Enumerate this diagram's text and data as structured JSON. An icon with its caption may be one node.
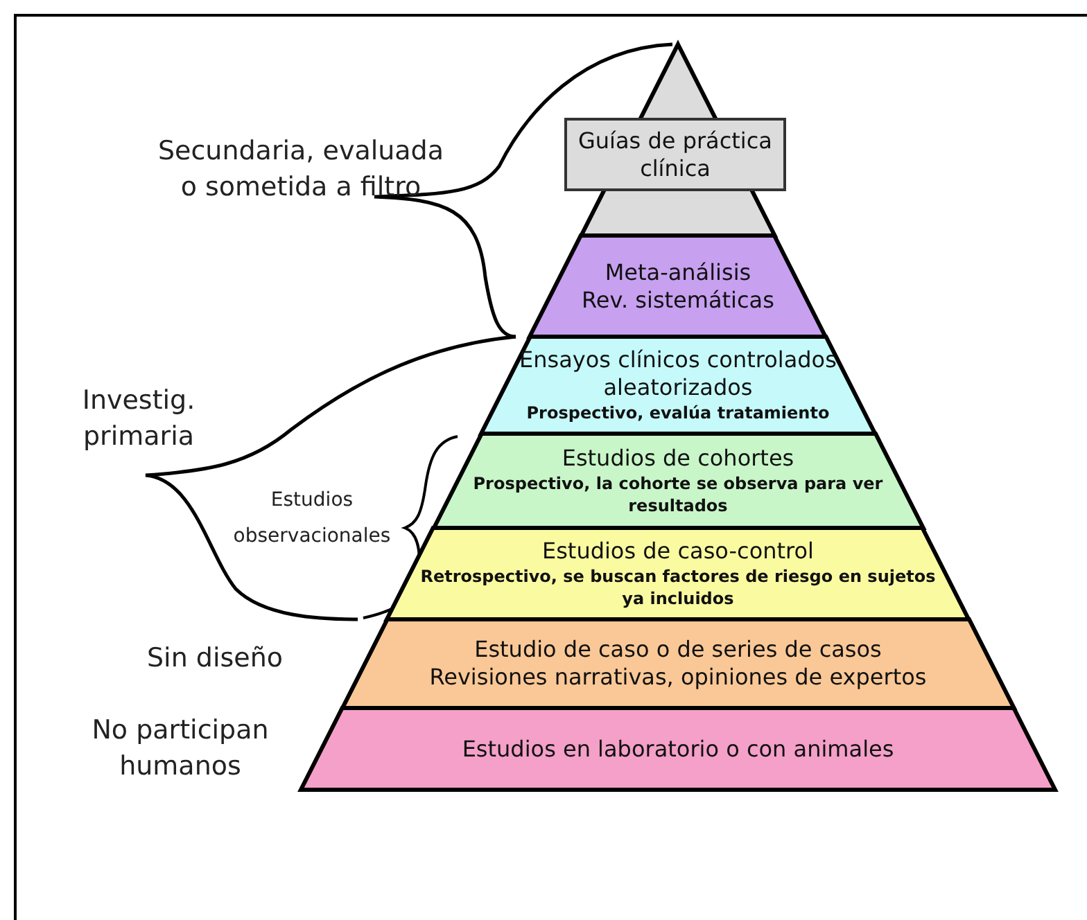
{
  "diagram": {
    "nodes": [
      {
        "text": [
          "Guías de práctica clínica"
        ]
      },
      {
        "text": [
          "Meta-análisis",
          "Rev. sistemáticas"
        ]
      },
      {
        "text": [
          "Ensayos clínicos controlados aleatorizados",
          "Prospectivo, evalúa tratamiento"
        ]
      },
      {
        "text": [
          "Estudios de cohortes",
          "Prospectivo, la cohorte se observa para ver resultados"
        ]
      },
      {
        "text": [
          "Estudios de caso-control",
          "Retrospectivo, se buscan factores de riesgo en sujetos ya incluidos"
        ]
      },
      {
        "text": [
          "Estudio de caso o de series de casos",
          "Revisiones narrativas, opiniones de expertos"
        ]
      },
      {
        "text": [
          "Estudios en laboratorio o con animales"
        ]
      }
    ],
    "labels": [
      "Secundaria, evaluada o sometida a filtro",
      "Investig. primaria",
      "Estudios observacionales",
      "Sin diseño",
      "No participan humanos"
    ]
  }
}
